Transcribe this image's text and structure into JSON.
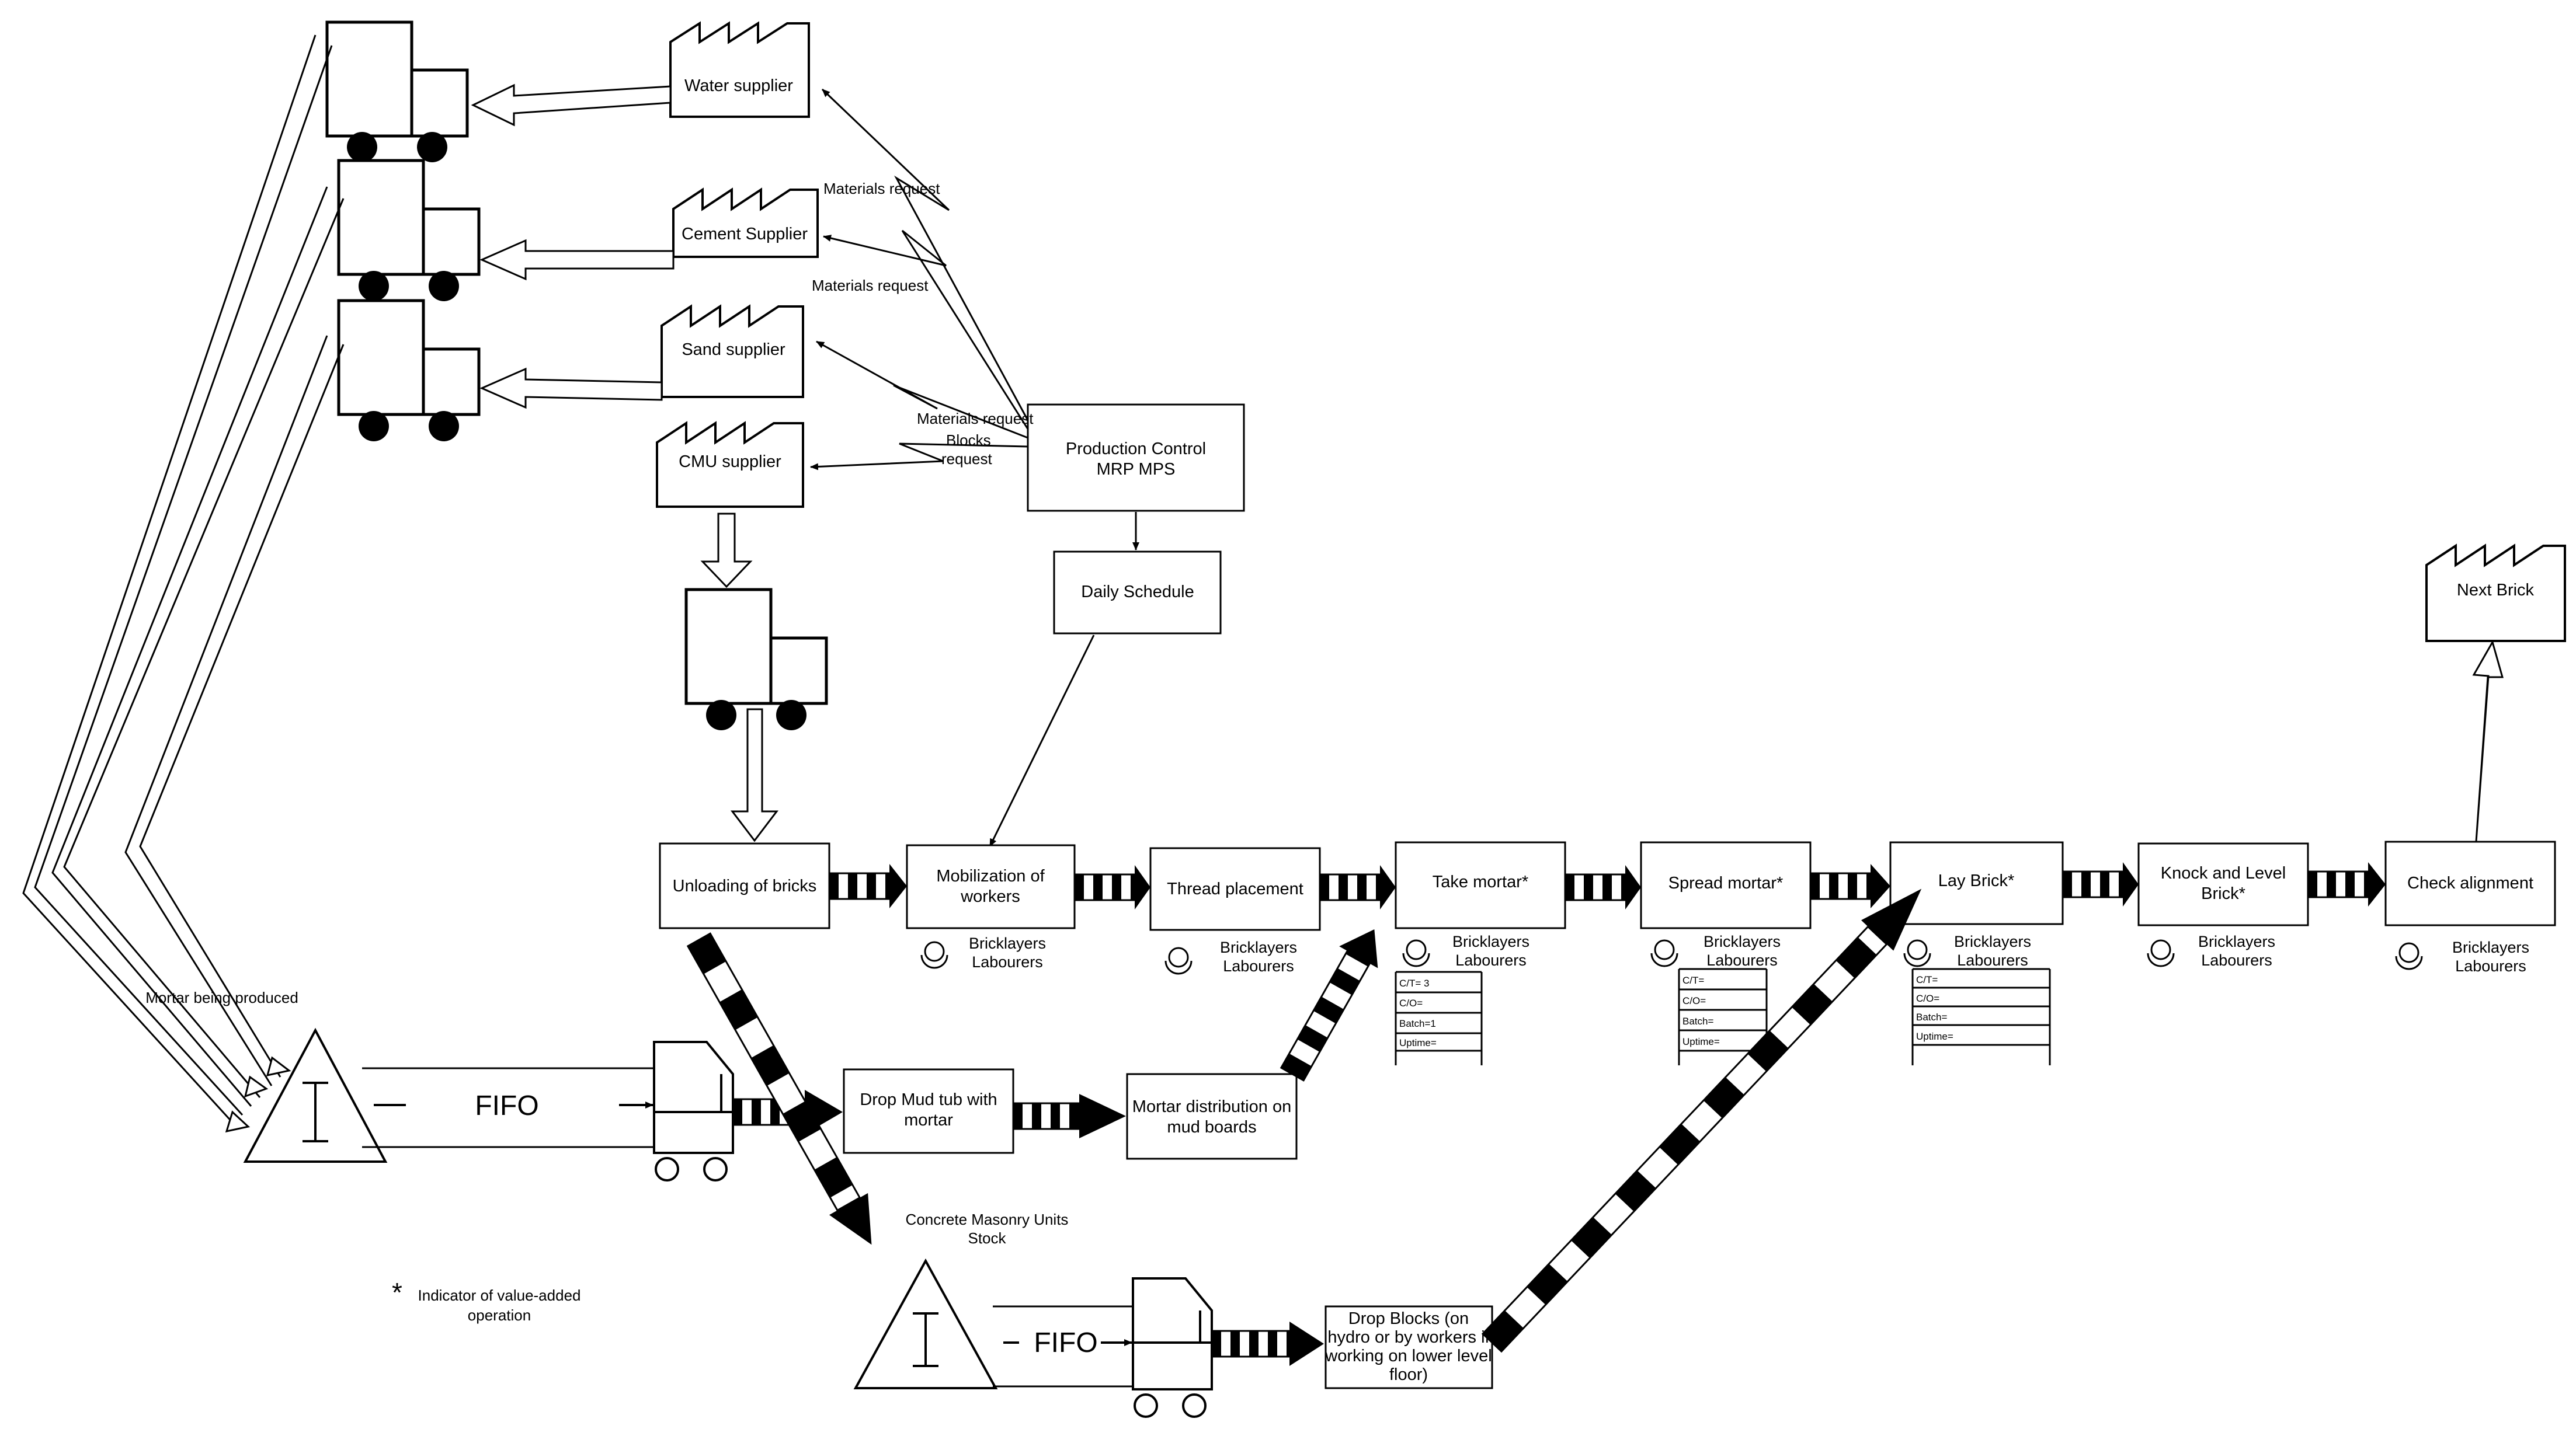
{
  "suppliers": {
    "water": "Water supplier",
    "cement": "Cement Supplier",
    "sand": "Sand supplier",
    "cmu": "CMU supplier",
    "next": "Next Brick"
  },
  "control": {
    "production": [
      "Production Control",
      "MRP MPS"
    ],
    "daily_schedule": "Daily Schedule"
  },
  "requests": {
    "water": "Materials request",
    "cement": "Materials request",
    "sand": "Materials request",
    "cmu": [
      "Blocks",
      "request"
    ]
  },
  "processes": {
    "unloading": "Unloading of bricks",
    "mobilization": [
      "Mobilization of",
      "workers"
    ],
    "thread": "Thread placement",
    "take_mortar": "Take mortar*",
    "spread_mortar": "Spread mortar*",
    "lay_brick": "Lay Brick*",
    "knock_level": [
      "Knock and Level",
      "Brick*"
    ],
    "check_alignment": "Check alignment",
    "drop_mud": [
      "Drop Mud tub with",
      "mortar"
    ],
    "mortar_distribution": [
      "Mortar distribution on",
      "mud boards"
    ],
    "drop_blocks": [
      "Drop Blocks (on",
      "hydro or by workers if",
      "working on lower level",
      "floor)"
    ]
  },
  "operators": [
    "Bricklayers",
    "Labourers"
  ],
  "data_boxes": {
    "take_mortar": [
      "C/T= 3",
      "C/O=",
      "Batch=1",
      "Uptime="
    ],
    "spread_mortar": [
      "C/T=",
      "C/O=",
      "Batch=",
      "Uptime="
    ],
    "lay_brick": [
      "C/T=",
      "C/O=",
      "Batch=",
      "Uptime="
    ]
  },
  "inventory": {
    "mortar_label": "Mortar being produced",
    "cmu_label": [
      "Concrete Masonry Units",
      "Stock"
    ],
    "fifo": "FIFO",
    "symbol": "I"
  },
  "legend": {
    "star": "*",
    "text": [
      "Indicator of value-added",
      "operation"
    ]
  }
}
